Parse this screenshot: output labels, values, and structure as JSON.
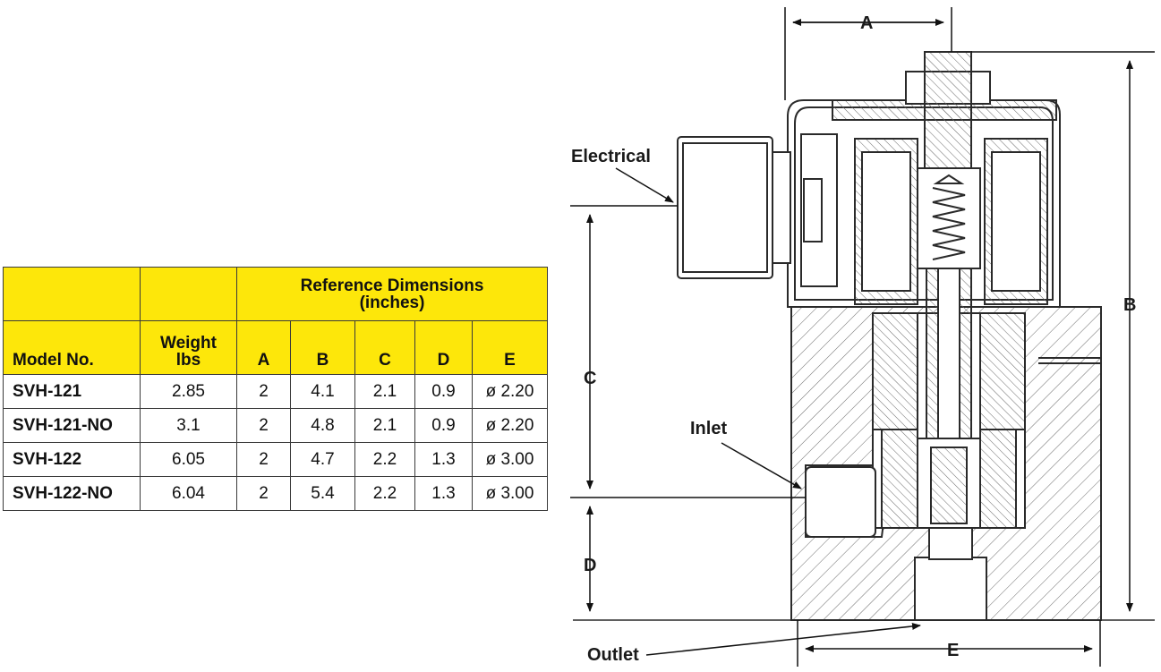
{
  "table": {
    "header_group": "Reference Dimensions (inches)",
    "header_group_lines": [
      "Reference Dimensions",
      "(inches)"
    ],
    "col_model": "Model No.",
    "col_weight_lines": [
      "Weight",
      "lbs"
    ],
    "col_letters": [
      "A",
      "B",
      "C",
      "D",
      "E"
    ],
    "rows": [
      {
        "model": "SVH-121",
        "weight": "2.85",
        "A": "2",
        "B": "4.1",
        "C": "2.1",
        "D": "0.9",
        "E": "ø 2.20"
      },
      {
        "model": "SVH-121-NO",
        "weight": "3.1",
        "A": "2",
        "B": "4.8",
        "C": "2.1",
        "D": "0.9",
        "E": "ø 2.20"
      },
      {
        "model": "SVH-122",
        "weight": "6.05",
        "A": "2",
        "B": "4.7",
        "C": "2.2",
        "D": "1.3",
        "E": "ø 3.00"
      },
      {
        "model": "SVH-122-NO",
        "weight": "6.04",
        "A": "2",
        "B": "5.4",
        "C": "2.2",
        "D": "1.3",
        "E": "ø 3.00"
      }
    ],
    "header_color": "#fde70a"
  },
  "diagram": {
    "labels": {
      "electrical": "Electrical",
      "inlet": "Inlet",
      "outlet": "Outlet",
      "dim_a": "A",
      "dim_b": "B",
      "dim_c": "C",
      "dim_d": "D",
      "dim_e": "E"
    }
  }
}
